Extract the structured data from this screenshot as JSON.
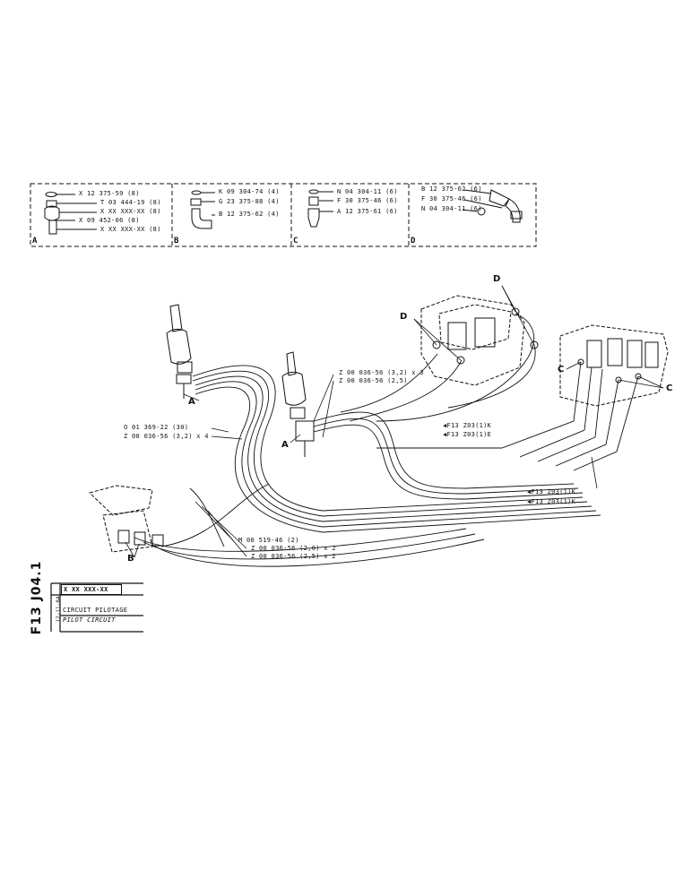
{
  "legend": {
    "A": {
      "letter": "A",
      "parts": [
        "X 12 375-59 (8)",
        "T 03 444-19 (8)",
        "X XX XXX-XX (8)",
        "X 09 452-06 (8)",
        "X XX XXX-XX (8)"
      ]
    },
    "B": {
      "letter": "B",
      "parts": [
        "K 09 304-74 (4)",
        "G 23 375-88 (4)",
        "B 12 375-62 (4)"
      ]
    },
    "C": {
      "letter": "C",
      "parts": [
        "N 04 304-11 (6)",
        "F 30 375-46 (6)",
        "A 12 375-61 (6)"
      ]
    },
    "D": {
      "letter": "D",
      "parts": [
        "B 12 375-62 (6)",
        "F 30 375-46 (6)",
        "N 04 304-11 (6)"
      ]
    }
  },
  "callouts": {
    "tube1": "Z 00 036-56 (3,2) x 3",
    "tube2": "Z 00 036-56 (2,5)",
    "clip1": "O 01 369-22 (30)",
    "tube3": "Z 00 036-56 (3,2) x 4",
    "ref1": "F13 Z03(1)K",
    "ref2": "F13 Z03(1)E",
    "ref3": "F13 Z03(1)K",
    "ref4": "F13 Z03(1)K",
    "clip2": "M 00 519-46 (2)",
    "tube4": "Z 00 036-56 (2,0) x 2",
    "tube5": "Z 00 036-56 (2,5) x 2",
    "letterA1": "A",
    "letterA2": "A",
    "letterB": "B",
    "letterC1": "C",
    "letterC2": "C",
    "letterD1": "D",
    "letterD2": "D"
  },
  "titleblock": {
    "page_ref": "F13 J04.1",
    "part_no": "X XX XXX-XX",
    "date": "12-11-84",
    "title_fr": "CIRCUIT PILOTAGE",
    "title_en": "PILOT CIRCUIT"
  }
}
